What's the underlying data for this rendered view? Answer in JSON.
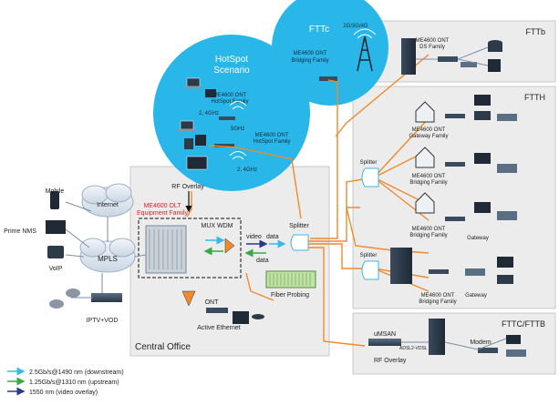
{
  "zones": {
    "ftth_b": "FTTb",
    "ftth": "FTTH",
    "fttc_fttb": "FTTC/FTTB",
    "central_office": "Central Office"
  },
  "bubbles": {
    "hotspot_title": "HotSpot",
    "hotspot_title2": "Scenario",
    "fttc_title": "FTTc",
    "fttc_radio": "2G/3G/4G",
    "fttc_ont": "ME4600 ONT",
    "fttc_ont2": "Bridging Family",
    "hotspot_ont1": "ME4600 ONT",
    "hotspot_ont1b": "HotSpot Family",
    "hotspot_ont2": "ME4600 ONT",
    "hotspot_ont2b": "HotSpot Family",
    "band_24a": "2, 4GHz",
    "band_5": "5GHz",
    "band_24b": "2, 4GHz"
  },
  "left": {
    "mobile": "Mobile",
    "internet": "Internet",
    "prime_nms": "Prime NMS",
    "mpls": "MPLS",
    "voip": "VoIP",
    "iptv": "IPTV+VOD"
  },
  "central": {
    "rf_overlay": "RF Overlay",
    "olt": "ME4600 OLT",
    "olt2": "Equipment Family",
    "mux": "MUX WDM",
    "video": "video",
    "data1": "data",
    "data2": "data",
    "splitter": "Splitter",
    "fiber_probing": "Fiber Probing",
    "ont": "ONT",
    "active_ethernet": "Active Ethernet"
  },
  "ftth": {
    "ds_family": "ME4600 ONT",
    "ds_family2": "DS Family",
    "gateway_family": "ME4600 ONT",
    "gateway_family2": "Gateway Family",
    "bridging1": "ME4600 ONT",
    "bridging1b": "Bridging Family",
    "bridging2": "ME4600 ONT",
    "bridging2b": "Bridging Family",
    "gateway1": "Gateway",
    "splitter1": "Splitter",
    "splitter2": "Splitter",
    "bridging3": "ME4600 ONT",
    "bridging3b": "Bridging Family",
    "gateway2": "Gateway"
  },
  "fttc": {
    "umsan": "uMSAN",
    "adsl": "ADSL2-VDSL",
    "rf_overlay": "RF Overlay",
    "modem": "Modem"
  },
  "legend": {
    "downstream": "2.5Gb/s@1490 nm (downstream)",
    "upstream": "1.25Gb/s@1310 nm (upstream)",
    "video": "1550 nm (video overlay)",
    "downstream_color": "#3ab8e8",
    "upstream_color": "#3aa845",
    "video_color": "#2a3a8a"
  },
  "colors": {
    "bubble": "#29b6e8",
    "fiber": "#f08a2c",
    "zone_bg": "#ececec",
    "zone_border": "#c8c8c8",
    "olt_label": "#d9262c"
  }
}
